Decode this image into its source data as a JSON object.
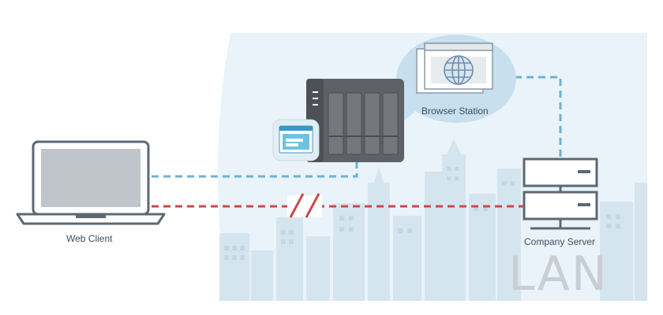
{
  "labels": {
    "web_client": "Web Client",
    "browser_station": "Browser Station",
    "company_server": "Company Server",
    "lan": "LAN"
  },
  "icons": {
    "client": "laptop-icon",
    "nas": "nas-device-icon",
    "app": "browser-station-app-icon",
    "browser": "browser-window-icon",
    "globe": "globe-icon",
    "server": "server-icon",
    "blocked": "broken-connection-icon"
  },
  "colors": {
    "lan_background": "#e9f3f9",
    "city_silhouette": "#d3e4ee",
    "bubble": "#c7dfee",
    "allowed_link": "#6fb1d3",
    "blocked_link": "#c84a4a",
    "device_outline": "#5d6874",
    "laptop_screen": "#bfc5ca",
    "nas_body": "#5e6266"
  }
}
